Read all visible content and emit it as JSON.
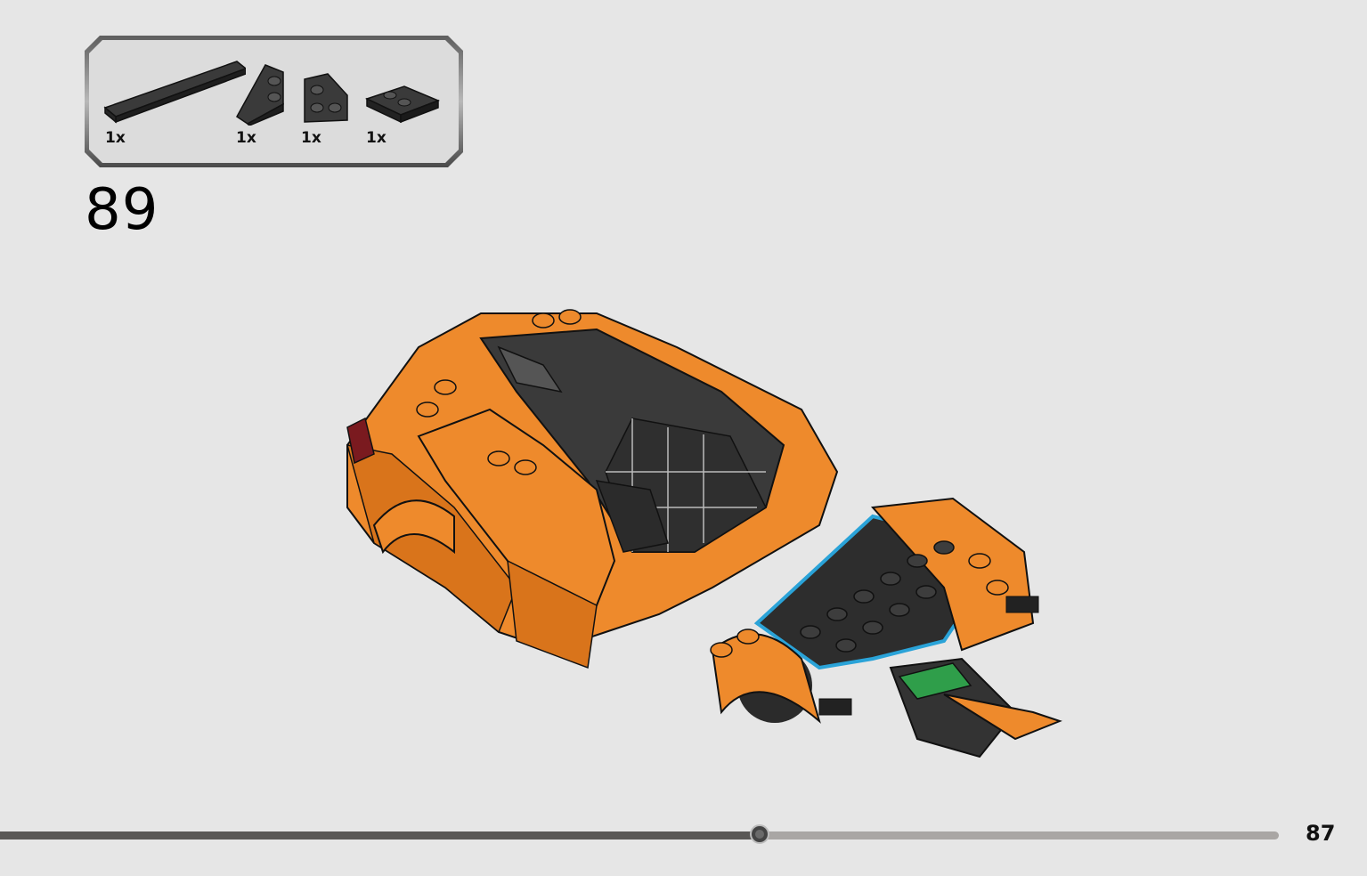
{
  "parts": [
    {
      "name": "tile-1x6",
      "quantity": "1x",
      "color": "#2d2d2d"
    },
    {
      "name": "wedge-plate-left",
      "quantity": "1x",
      "color": "#2d2d2d"
    },
    {
      "name": "wedge-plate-right",
      "quantity": "1x",
      "color": "#2d2d2d"
    },
    {
      "name": "plate-2x2-corner",
      "quantity": "1x",
      "color": "#2d2d2d"
    }
  ],
  "step_number": "89",
  "page_number": "87",
  "progress": {
    "fraction": 0.594
  },
  "colors": {
    "background": "#e6e6e6",
    "accent_orange": "#ee8a2c",
    "part_black": "#2d2d2d",
    "callout_highlight": "#2aa3d8"
  }
}
